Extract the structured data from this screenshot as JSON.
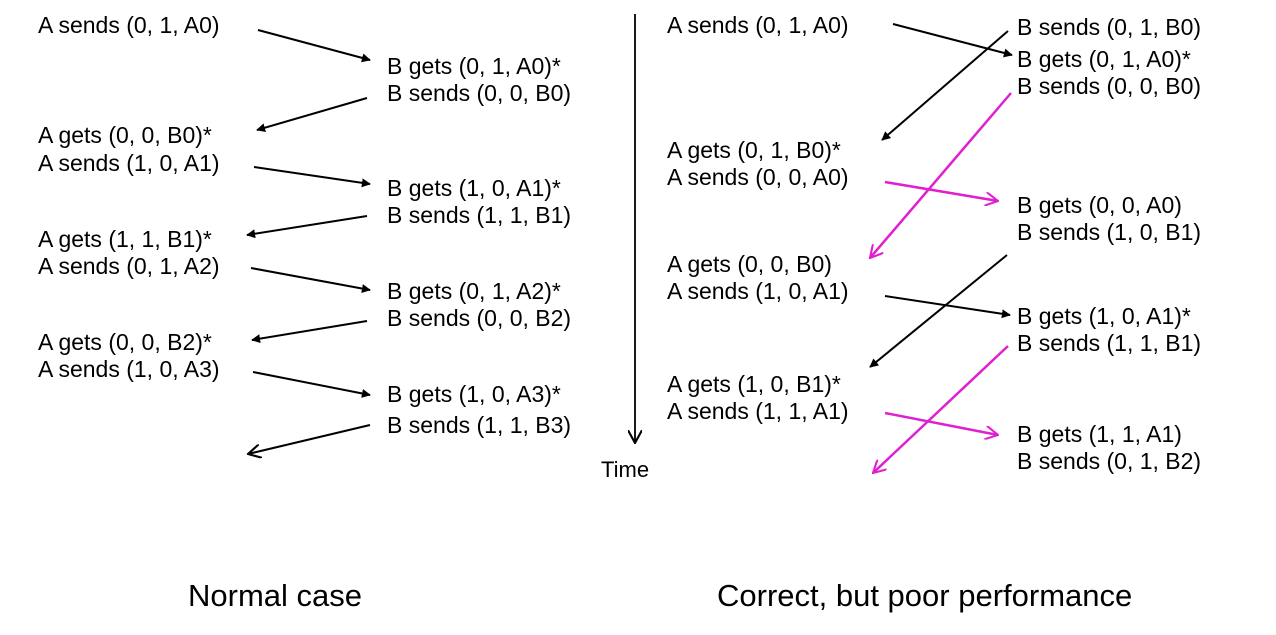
{
  "normal": {
    "caption": "Normal case",
    "a_labels": [
      "A sends (0, 1, A0)",
      "A gets (0, 0, B0)*",
      "A sends (1, 0, A1)",
      "A gets (1, 1, B1)*",
      "A sends (0, 1, A2)",
      "A gets (0, 0, B2)*",
      "A sends (1, 0, A3)"
    ],
    "b_labels": [
      "B gets (0, 1, A0)*",
      "B sends (0, 0, B0)",
      "B gets (1, 0, A1)*",
      "B sends (1, 1, B1)",
      "B gets (0, 1, A2)*",
      "B sends (0, 0, B2)",
      "B gets (1, 0, A3)*",
      "B sends (1, 1, B3)"
    ]
  },
  "time_label": "Time",
  "poor": {
    "caption": "Correct, but poor performance",
    "a_labels": [
      "A sends (0, 1, A0)",
      "A gets (0, 1, B0)*",
      "A sends (0, 0, A0)",
      "A gets (0, 0, B0)",
      "A sends (1, 0, A1)",
      "A gets (1, 0, B1)*",
      "A sends (1, 1, A1)"
    ],
    "b_labels": [
      "B sends (0, 1, B0)",
      "B gets (0, 1, A0)*",
      "B sends (0, 0, B0)",
      "B gets (0, 0, A0)",
      "B sends (1, 0, B1)",
      "B gets (1, 0, A1)*",
      "B sends (1, 1, B1)",
      "B gets (1, 1, A1)",
      "B sends (0, 1, B2)"
    ]
  },
  "colors": {
    "normal_arrow": "#000000",
    "retransmit_arrow": "#e020d0"
  }
}
